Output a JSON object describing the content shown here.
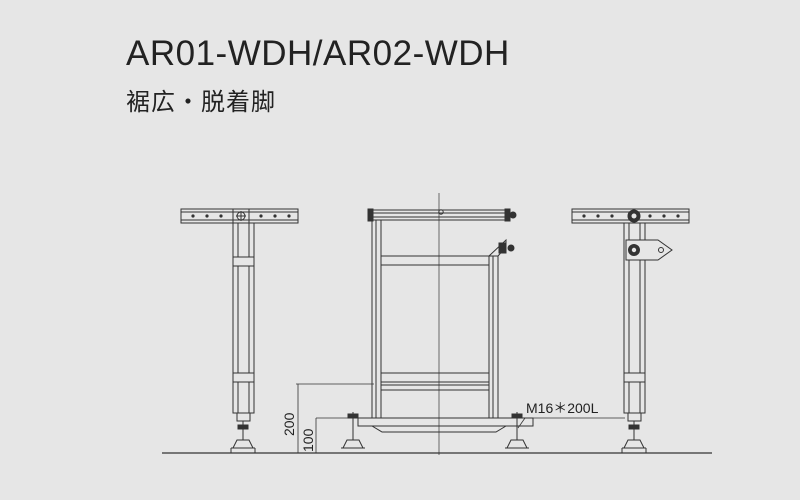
{
  "header": {
    "model": "AR01-WDH/AR02-WDH",
    "subtitle": "裾広・脱着脚"
  },
  "dimensions": {
    "height_200": "200",
    "height_100": "100",
    "bolt_spec": "M16＊200L"
  }
}
